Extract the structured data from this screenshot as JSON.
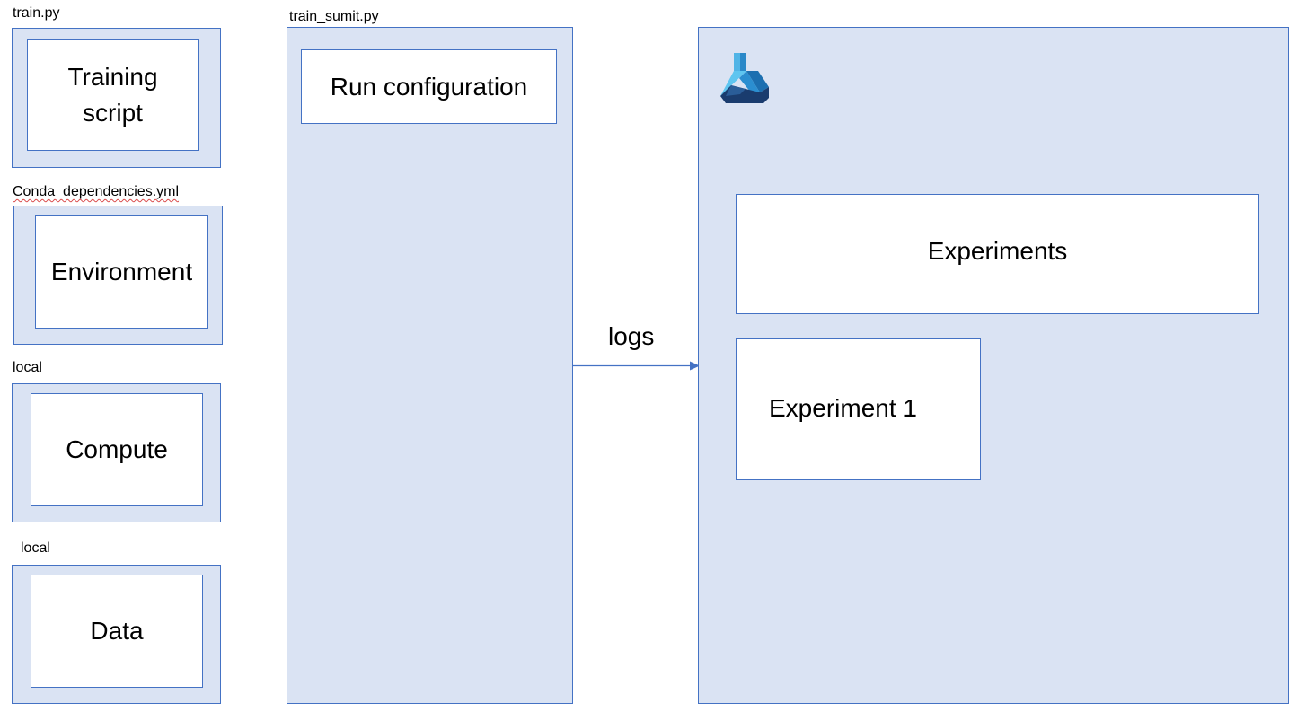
{
  "colors": {
    "panel_fill": "#dae3f3",
    "border": "#4472c4",
    "card_fill": "#ffffff"
  },
  "left_column": [
    {
      "caption": "train.py",
      "card_label": "Training script"
    },
    {
      "caption": "Conda_dependencies.yml",
      "card_label": "Environment"
    },
    {
      "caption": "local",
      "card_label": "Compute"
    },
    {
      "caption": "local",
      "card_label": "Data"
    }
  ],
  "middle_panel": {
    "caption": "train_sumit.py",
    "card_label": "Run configuration"
  },
  "connector": {
    "label": "logs"
  },
  "right_panel": {
    "logo_icon": "azure-ml-flask-icon",
    "experiments_label": "Experiments",
    "experiment_item_label": "Experiment 1"
  }
}
